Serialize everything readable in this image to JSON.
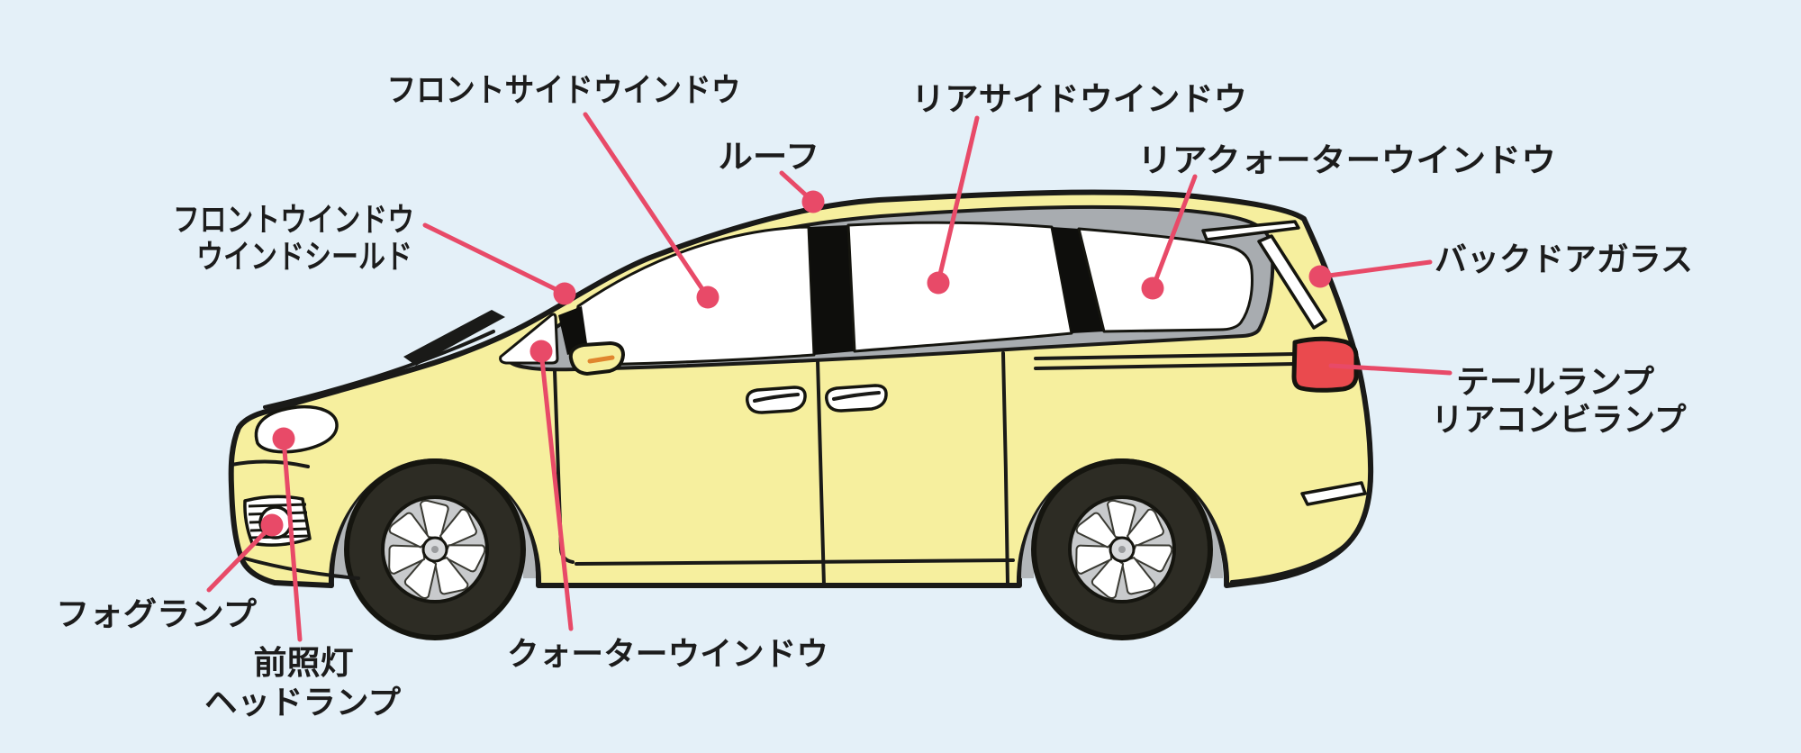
{
  "diagram": {
    "type": "labeled-parts-diagram",
    "subject": "minivan side view"
  },
  "labels": {
    "front_side_window": {
      "text": "フロントサイドウインドウ"
    },
    "roof": {
      "text": "ルーフ"
    },
    "rear_side_window": {
      "text": "リアサイドウインドウ"
    },
    "rear_quarter_window": {
      "text": "リアクォーターウインドウ"
    },
    "windshield": {
      "line1": "フロントウインドウ",
      "line2": "ウインドシールド"
    },
    "back_door_glass": {
      "text": "バックドアガラス"
    },
    "tail_lamp": {
      "line1": "テールランプ",
      "line2": "リアコンビランプ"
    },
    "fog_lamp": {
      "text": "フォグランプ"
    },
    "headlamp": {
      "line1": "前照灯",
      "line2": "ヘッドランプ"
    },
    "quarter_window": {
      "text": "クォーターウインドウ"
    }
  },
  "colors": {
    "background": "#e4f0f8",
    "body": "#f6ef9e",
    "outline": "#1a1a18",
    "leader": "#e84a68",
    "tail_lamp": "#ea4a4e",
    "window": "#ffffff",
    "trim_gray": "#a8acb0",
    "indicator_orange": "#e0862e",
    "text": "#1c1c1c"
  }
}
